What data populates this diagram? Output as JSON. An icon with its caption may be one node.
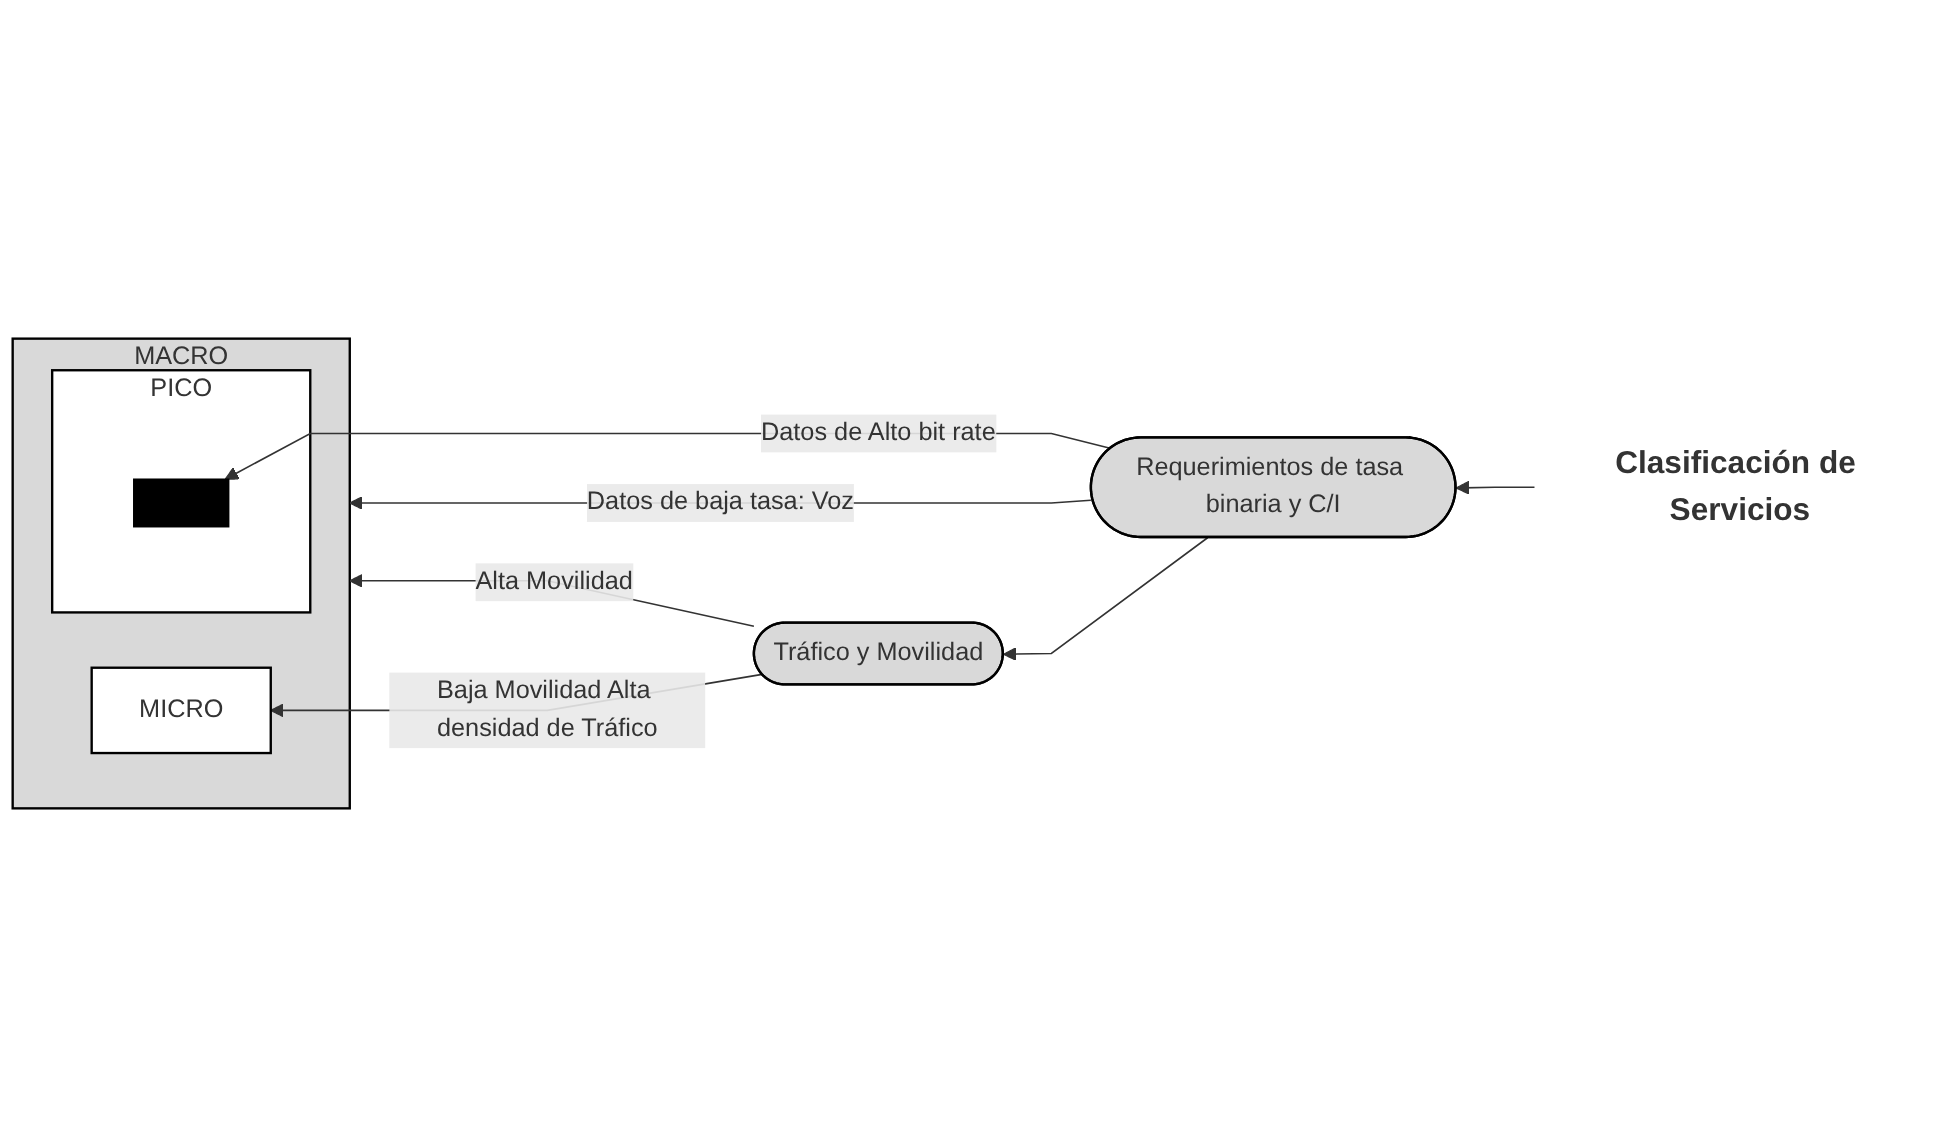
{
  "diagram": {
    "nodes": [
      {
        "text": [
          "Clasificación de Servicios"
        ]
      },
      {
        "text": [
          "MACRO"
        ]
      },
      {
        "text": [
          "PICO"
        ],
        "in": 1
      },
      {
        "text": [],
        "shape": "box",
        "in": 2
      },
      {
        "text": [
          "MICRO"
        ],
        "in": 1
      },
      {
        "text": [
          "Requerimientos de tasa binaria y C/I"
        ]
      },
      {
        "text": [
          "Tráfico y Movilidad"
        ]
      }
    ],
    "edges": [
      {
        "from": 0,
        "to": 5,
        "arrow": "to"
      },
      {
        "from": 5,
        "to": 1,
        "arrow": "to",
        "label": "Datos de baja tasa: Voz"
      },
      {
        "from": 5,
        "to": 3,
        "arrow": "to",
        "label": "Datos de Alto bit rate"
      },
      {
        "from": 5,
        "to": 6,
        "arrow": "to"
      },
      {
        "from": 6,
        "to": 4,
        "arrow": "to",
        "label": "Baja Movilidad Alta densidad de Tráfico"
      },
      {
        "from": 6,
        "to": 1,
        "arrow": "to",
        "label": "Alta Movilidad"
      }
    ]
  }
}
